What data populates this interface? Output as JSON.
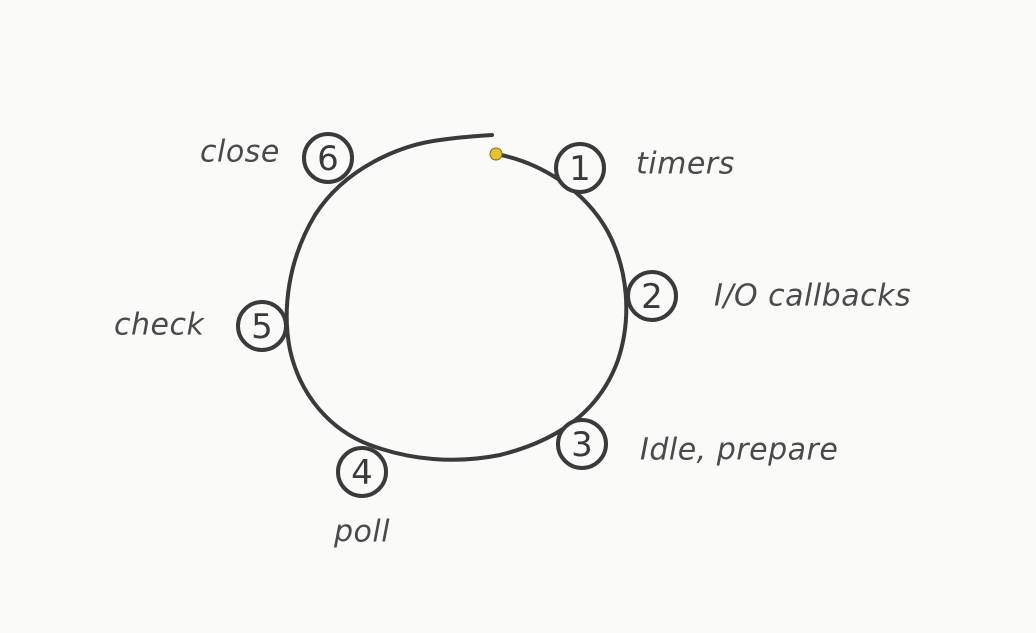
{
  "colors": {
    "background": "#fafaf9",
    "stroke": "#3a3a3a",
    "label": "#4a4a4a",
    "start_dot": "#e8c12f"
  },
  "phases": [
    {
      "number": "1",
      "label": "timers"
    },
    {
      "number": "2",
      "label": "I/O callbacks"
    },
    {
      "number": "3",
      "label": "Idle, prepare"
    },
    {
      "number": "4",
      "label": "poll"
    },
    {
      "number": "5",
      "label": "check"
    },
    {
      "number": "6",
      "label": "close"
    }
  ]
}
